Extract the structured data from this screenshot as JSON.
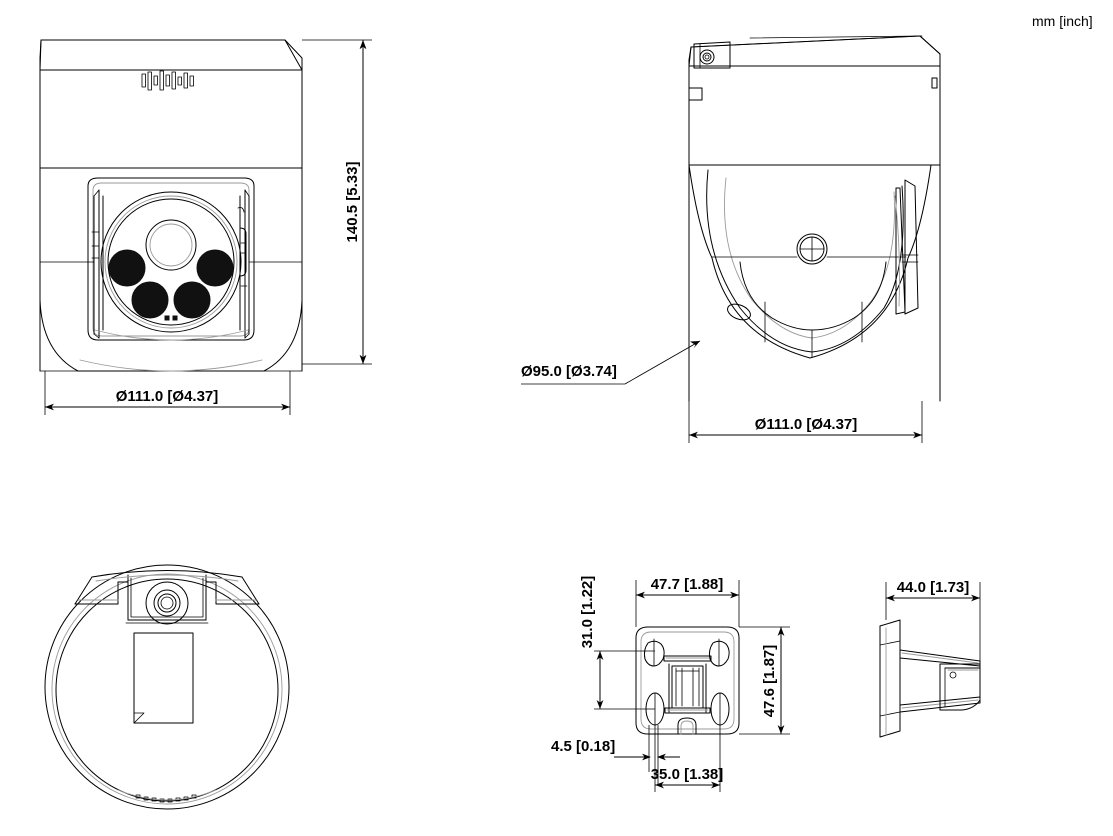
{
  "sheet": {
    "units_note": "mm [inch]",
    "background_color": "#ffffff",
    "line_color": "#000000",
    "accent_gray": "#9a9a9a"
  },
  "views": [
    {
      "id": "front-view",
      "name": "camera-front-view",
      "description": "PTZ dome camera front elevation"
    },
    {
      "id": "side-view",
      "name": "camera-side-view",
      "description": "PTZ dome camera side elevation"
    },
    {
      "id": "bottom-view",
      "name": "camera-bottom-view",
      "description": "Camera bottom plan view"
    },
    {
      "id": "bracket-front-view",
      "name": "bracket-front-view",
      "description": "Mounting bracket front view"
    },
    {
      "id": "bracket-side-view",
      "name": "bracket-side-view",
      "description": "Mounting bracket side view"
    }
  ],
  "dimensions": {
    "front_height": "140.5 [5.33]",
    "front_diameter": "Ø111.0 [Ø4.37]",
    "side_dome_diameter": "Ø95.0 [Ø3.74]",
    "side_width": "Ø111.0 [Ø4.37]",
    "bracket_width": "47.7 [1.88]",
    "bracket_height": "47.6 [1.87]",
    "bracket_hole_vertical": "31.0 [1.22]",
    "bracket_slot_offset": "4.5 [0.18]",
    "bracket_hole_horizontal": "35.0 [1.38]",
    "bracket_depth": "44.0 [1.73]"
  },
  "labels": {
    "units": "mm [inch]"
  }
}
